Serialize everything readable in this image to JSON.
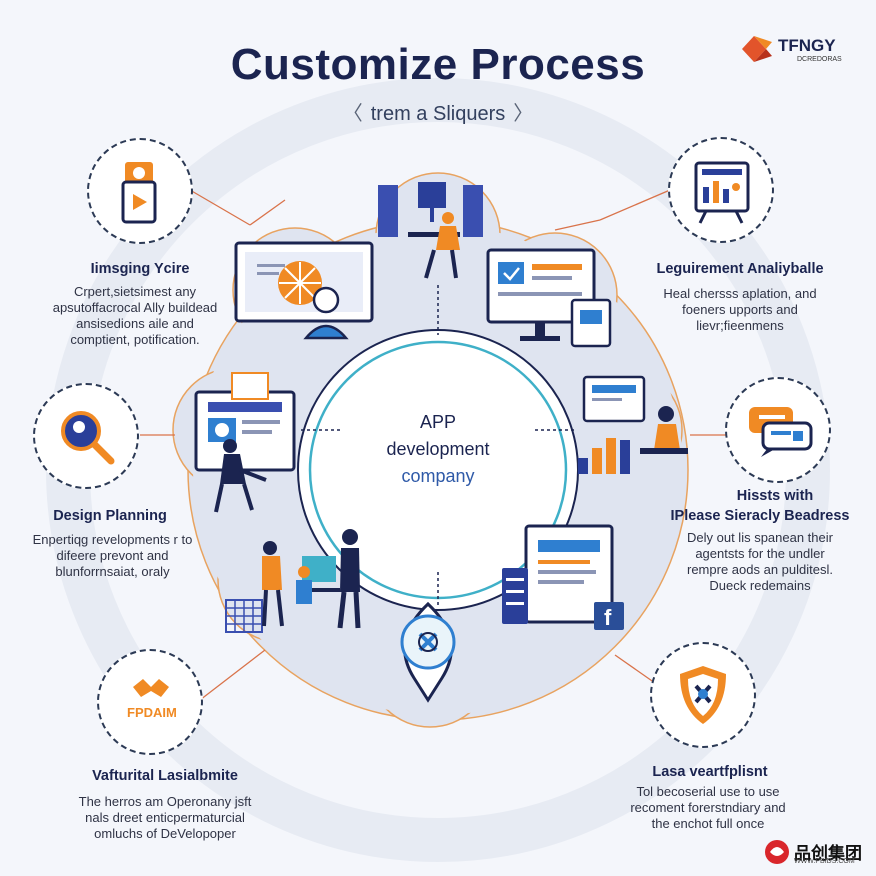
{
  "header": {
    "title": "Customize Process",
    "subtitle": "trem a Sliquers",
    "logo_text": "TFNGY",
    "logo_sub": "DCREDORAS"
  },
  "center": {
    "line1": "APP",
    "line2": "development",
    "line3": "company"
  },
  "sections": [
    {
      "title": "Iimsging Ycire",
      "desc": [
        "Crpert,sietsimest any",
        "apsutoffacrocal Ally buildead",
        "ansisedions aile and",
        "comptient, potification."
      ]
    },
    {
      "title": "Design Planning",
      "desc": [
        "Enpertiqg revelopments r to",
        "difeere prevont and",
        "blunforrnsaiat, oraly"
      ]
    },
    {
      "title": "Vafturital Lasialbmite",
      "desc": [
        "The herros am Operonany jsft",
        "nals dreet enticpermaturcial",
        "omluchs of DeVelopoper"
      ],
      "badge": "FPDAIM"
    },
    {
      "title": "Leguirement Analiyballe",
      "desc": [
        "Heal chersss aplation, and",
        "foeners upports and",
        "lievr;fieenmens"
      ]
    },
    {
      "title": "Hissts with IPlease Sieracly Beadress",
      "title_line1": "Hissts with",
      "title_line2": "IPlease Sieracly Beadress",
      "desc": [
        "Dely out lis spanean their",
        "agentsts for the undler",
        "rempre aods an pulditesl.",
        "Dueck redemains"
      ]
    },
    {
      "title": "Lasa veartfplisnt",
      "desc": [
        "Tol becoserial use to use",
        "recoment forerstndiary and",
        "the enchot full once"
      ]
    }
  ],
  "brand": {
    "name": "品创集团",
    "url": "WWW.PBIDS.COM"
  },
  "colors": {
    "navy": "#1b2450",
    "orange": "#f08a24",
    "blue": "#2f7fd0",
    "teal": "#3fb0c8",
    "ring": "#d6dcea"
  },
  "icons": [
    "badge-icon",
    "analytics-board-icon",
    "magnifier-icon",
    "chat-icon",
    "target-icon",
    "shield-icon"
  ]
}
